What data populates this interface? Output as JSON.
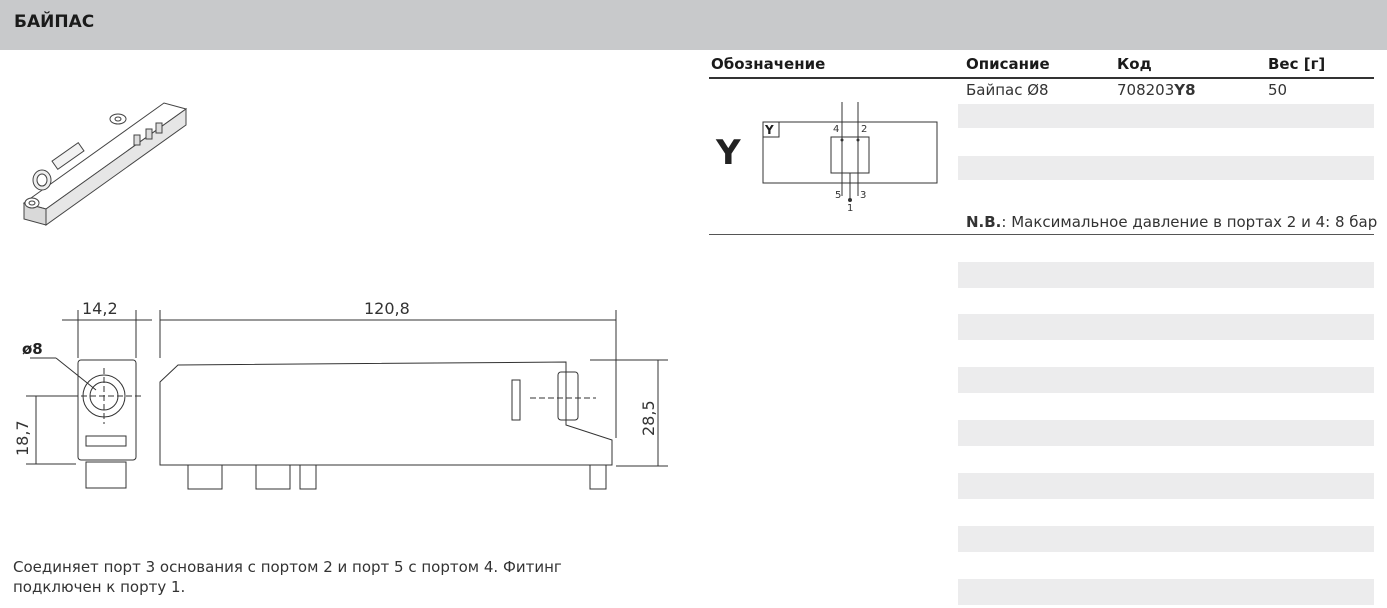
{
  "header": {
    "title": "БАЙПАС"
  },
  "table": {
    "headers": {
      "designation": "Обозначение",
      "description": "Описание",
      "code": "Код",
      "weight": "Вес [г]"
    },
    "row": {
      "symbol_letter": "Y",
      "description": "Байпас Ø8",
      "code_prefix": "708203",
      "code_suffix": "Y8",
      "weight": "50"
    },
    "note_label": "N.B.",
    "note_text": ": Максимальное давление в портах 2 и 4: 8 бар"
  },
  "schematic": {
    "box_label": "Y",
    "port_4": "4",
    "port_2": "2",
    "port_5": "5",
    "port_3": "3",
    "port_1": "1"
  },
  "drawing": {
    "dim_width": "14,2",
    "dim_length": "120,8",
    "dim_diameter": "ø8",
    "dim_height_left": "18,7",
    "dim_height_right": "28,5"
  },
  "description": "Соединяет порт  3 основания с портом 2 и порт 5 с портом 4. Фитинг подключен к порту 1.",
  "colors": {
    "header_bg": "#c8c9cb",
    "stripe": "#ececed",
    "text": "#333333"
  }
}
